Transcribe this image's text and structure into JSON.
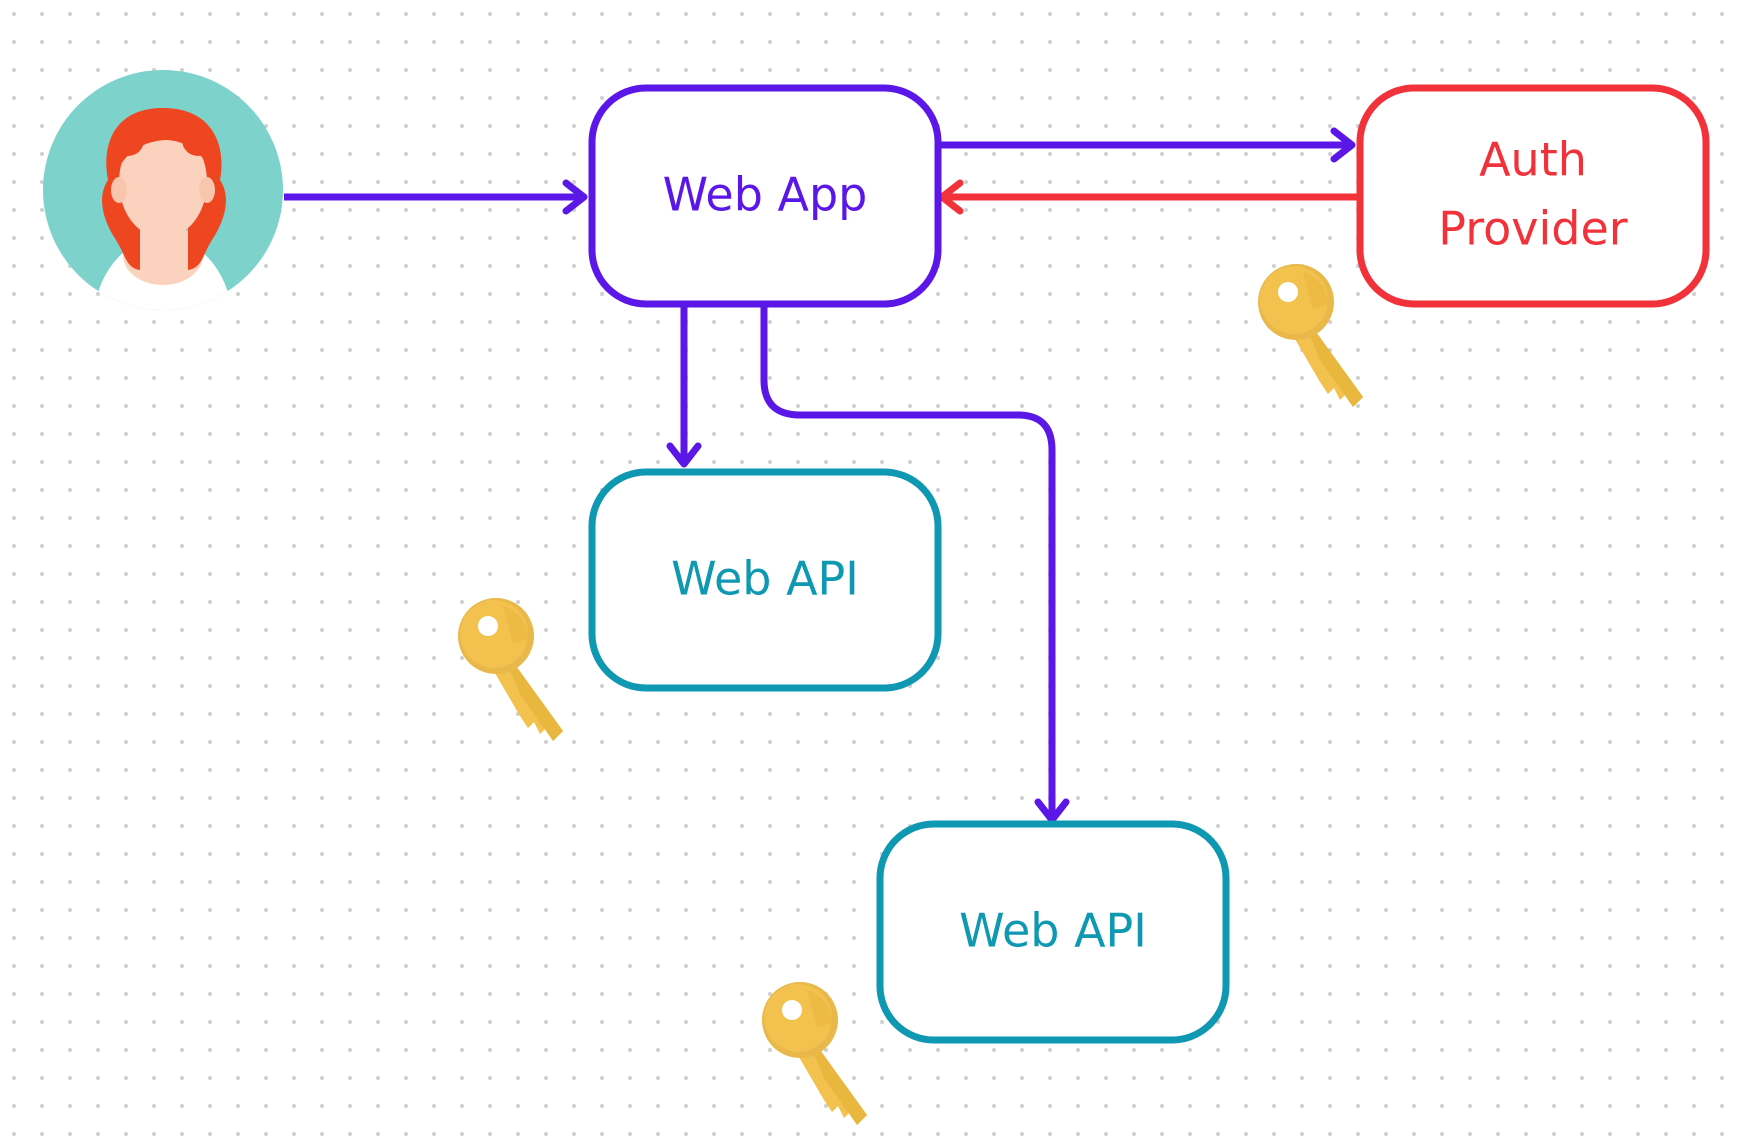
{
  "colors": {
    "web_app": "#5b16e8",
    "auth": "#f2323a",
    "api": "#0e98b1",
    "avatar_bg": "#7dd3cc",
    "hair": "#ee4620",
    "skin": "#fbd2bd",
    "key": "#f2c14e",
    "dot": "#c8c8c8"
  },
  "nodes": {
    "web_app": {
      "label": "Web App"
    },
    "auth_provider": {
      "label_line1": "Auth",
      "label_line2": "Provider"
    },
    "web_api_1": {
      "label": "Web API"
    },
    "web_api_2": {
      "label": "Web API"
    }
  },
  "icons": {
    "user": "user-avatar-icon",
    "key": "key-icon"
  }
}
